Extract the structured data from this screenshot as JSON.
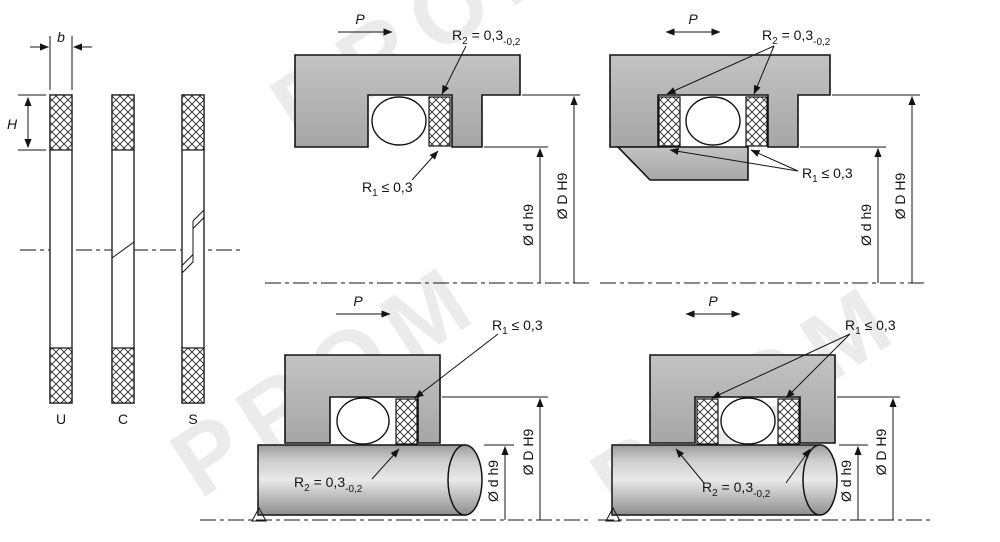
{
  "watermark": {
    "text": "PROM"
  },
  "profiles": {
    "dim_b": "b",
    "dim_h": "H",
    "types": [
      "U",
      "C",
      "S"
    ]
  },
  "labels": {
    "pressure": "P",
    "dia_d": "Ø d h9",
    "dia_D": "Ø D H9",
    "r1": {
      "name": "R",
      "sub": "1",
      "rest": " ≤ 0,3"
    },
    "r2": {
      "name": "R",
      "sub": "2",
      "rest": " = 0,3",
      "tol": "-0,2"
    }
  }
}
